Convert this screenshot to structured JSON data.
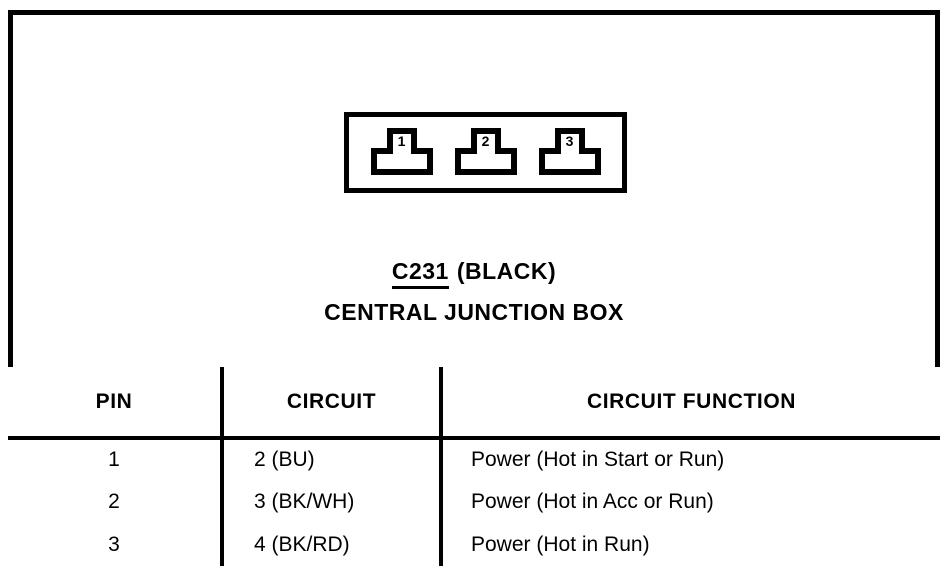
{
  "connector": {
    "code": "C231",
    "color_label": "(BLACK)",
    "name": "CENTRAL JUNCTION BOX",
    "housing_shape": "rectangular-3-cavity",
    "cavities": [
      {
        "number": "1",
        "shape": "t-cavity-icon"
      },
      {
        "number": "2",
        "shape": "t-cavity-icon"
      },
      {
        "number": "3",
        "shape": "t-cavity-icon"
      }
    ]
  },
  "table": {
    "headers": {
      "pin": "PIN",
      "circuit": "CIRCUIT",
      "function": "CIRCUIT FUNCTION"
    },
    "rows": [
      {
        "pin": "1",
        "circuit": "2 (BU)",
        "function": "Power (Hot in Start or Run)"
      },
      {
        "pin": "2",
        "circuit": "3 (BK/WH)",
        "function": "Power (Hot in Acc or Run)"
      },
      {
        "pin": "3",
        "circuit": "4 (BK/RD)",
        "function": "Power (Hot in Run)"
      }
    ]
  },
  "colors": {
    "ink": "#000000",
    "page": "#ffffff"
  }
}
